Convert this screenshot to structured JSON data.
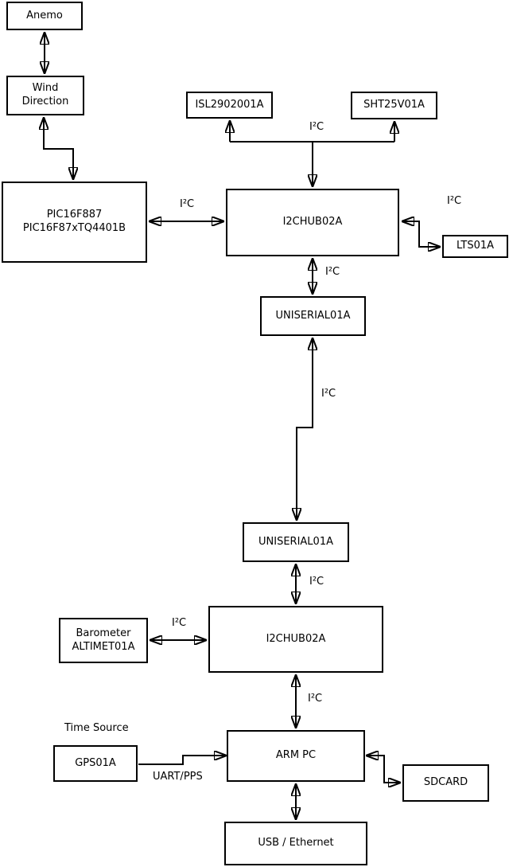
{
  "colors": {
    "background": "#ffffff",
    "foreground": "#000000"
  },
  "nodes": [
    {
      "id": "anemo",
      "label": "Anemo"
    },
    {
      "id": "wind-direction",
      "label": "Wind\nDirection"
    },
    {
      "id": "pic",
      "label": "PIC16F887\nPIC16F87xTQ4401B"
    },
    {
      "id": "isl",
      "label": "ISL2902001A"
    },
    {
      "id": "sht",
      "label": "SHT25V01A"
    },
    {
      "id": "i2c-hub-1",
      "label": "I2CHUB02A"
    },
    {
      "id": "lts",
      "label": "LTS01A"
    },
    {
      "id": "uniserial-1",
      "label": "UNISERIAL01A"
    },
    {
      "id": "uniserial-2",
      "label": "UNISERIAL01A"
    },
    {
      "id": "i2c-hub-2",
      "label": "I2CHUB02A"
    },
    {
      "id": "barometer",
      "label": "Barometer\nALTIMET01A"
    },
    {
      "id": "gps",
      "label": "GPS01A"
    },
    {
      "id": "arm-pc",
      "label": "ARM PC"
    },
    {
      "id": "sdcard",
      "label": "SDCARD"
    },
    {
      "id": "usb-ethernet",
      "label": "USB / Ethernet"
    }
  ],
  "edge_labels": [
    {
      "id": "i2c-sensor-bus",
      "text": "I²C"
    },
    {
      "id": "i2c-pic-hub1",
      "text": "I²C"
    },
    {
      "id": "i2c-hub1-lts",
      "text": "I²C"
    },
    {
      "id": "i2c-hub1-uniserial1",
      "text": "I²C"
    },
    {
      "id": "i2c-uniserial-link",
      "text": "I²C"
    },
    {
      "id": "i2c-uniserial2-hub2",
      "text": "I²C"
    },
    {
      "id": "i2c-barometer-hub2",
      "text": "I²C"
    },
    {
      "id": "i2c-hub2-armpc",
      "text": "I²C"
    },
    {
      "id": "time-source",
      "text": "Time Source"
    },
    {
      "id": "uart-pps",
      "text": "UART/PPS"
    }
  ]
}
